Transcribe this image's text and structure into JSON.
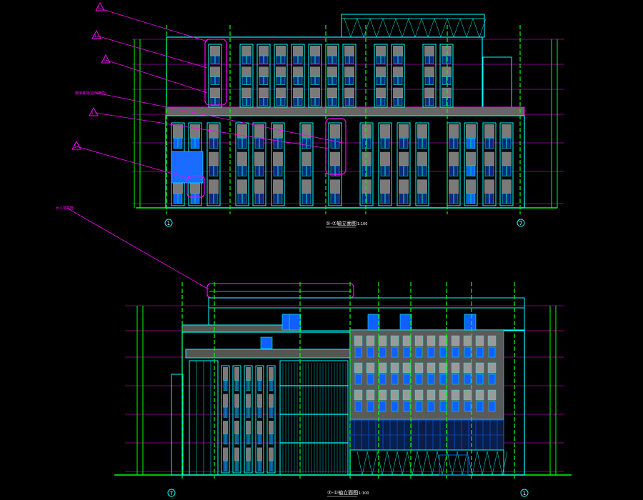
{
  "colors": {
    "background": "#000000",
    "outline": "#00ffff",
    "grid": "#00ff00",
    "markup": "#ff00ff",
    "glass": "#0066ff",
    "panel": "#8c8c8c",
    "text": "#ffffff"
  },
  "drawing_1": {
    "title": "①-⑦轴立面图",
    "scale": "1:100",
    "axis_left": "1",
    "axis_right": "7",
    "revision_marks": [
      "1",
      "1",
      "1",
      "1",
      "1"
    ],
    "note": "玻璃幕墙(竖明横隐)"
  },
  "drawing_2": {
    "title": "⑦-①轴立面图",
    "scale": "1:100",
    "axis_left": "7",
    "axis_right": "1",
    "note": "女儿墙高度"
  }
}
